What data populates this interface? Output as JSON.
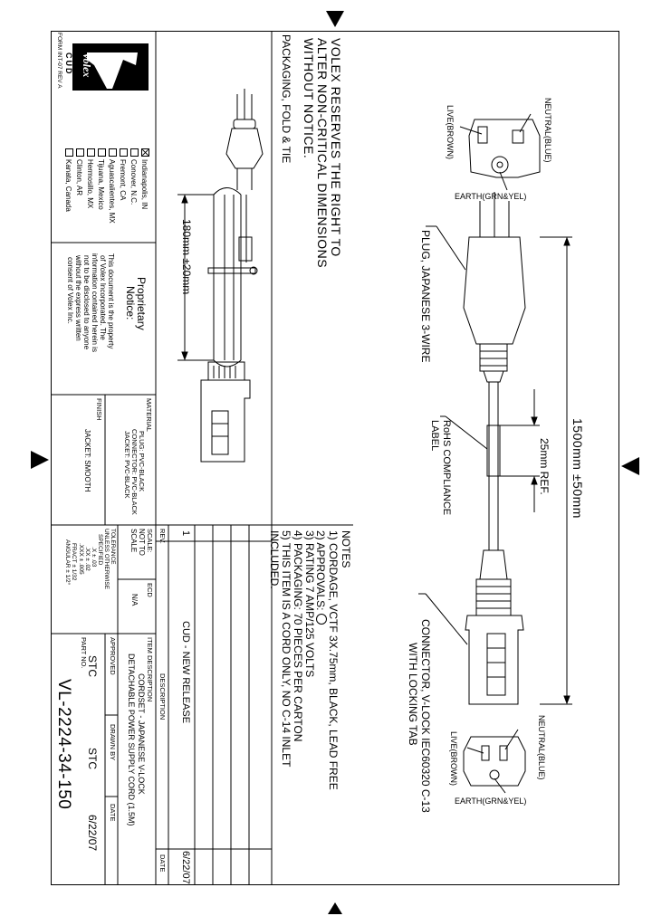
{
  "reserve_notice": [
    "VOLEX RESERVES THE RIGHT TO",
    "ALTER NON-CRITICAL DIMENSIONS",
    "WITHOUT NOTICE."
  ],
  "packaging_title": "PACKAGING, FOLD & TIE",
  "fold_dim": "180mm ±20mm",
  "plug_face": {
    "neutral": "NEUTRAL(BLUE)",
    "live": "LIVE(BROWN)",
    "earth": "EARTH(GRN&YEL)"
  },
  "connector_face": {
    "neutral": "NEUTRAL(BLUE)",
    "live": "LIVE(BROWN)",
    "earth": "EARTH(GRN&YEL)"
  },
  "plug_label": "PLUG, JAPANESE 3-WIRE",
  "rohs_label": [
    "RoHS COMPLIANCE",
    "LABEL"
  ],
  "ref_dim": "25mm REF.",
  "overall_dim": "1500mm ±50mm",
  "connector_label": [
    "CONNECTOR, V-LOCK IEC60320 C-13",
    "WITH LOCKING TAB"
  ],
  "notes": {
    "title": "NOTES",
    "items": [
      "1) CORDAGE, VCTF  3X.75mm, BLACK, LEAD FREE",
      "2) APPROVALS:",
      "3) RATING 7 AMP/125 VOLTS",
      "4) PACKAGING: 70 PIECES PER CARTON",
      "5) THIS ITEM IS A CORD ONLY, NO C-14 INLET",
      "    INCLUDED."
    ]
  },
  "revision": {
    "rev_header": "REV.",
    "desc_header": "DESCRIPTION",
    "date_header": "DATE",
    "rev": "1",
    "desc": "CUD - NEW RELEASE",
    "date": "6/22/07"
  },
  "material": {
    "title": "MATERIAL",
    "lines": [
      "PLUG: PVC-BLACK",
      "CONNECTOR: PVC-BLACK",
      "JACKET: PVC-BLACK"
    ],
    "finish_title": "FINISH",
    "finish": "JACKET: SMOOTH"
  },
  "title_block": {
    "scale_label": "SCALE:",
    "scale": [
      "NOT TO",
      "SCALE"
    ],
    "ecd_label": "ECD",
    "ecd": "N/A",
    "tolerance": [
      "TOLERANCE",
      "UNLESS OTHERWISE",
      "SPECIFIED",
      ".X ± .03",
      ".XX ± .02",
      ".XXX ± .005",
      "FRACT ± 1/32",
      "ANGULAR ± 1/2°"
    ],
    "item_desc_label": "ITEM DESCRIPTION",
    "item_desc": [
      "CORDSET - JAPANESE V-LOCK",
      "DETACHABLE POWER SUPPLY CORD (1.5M)"
    ],
    "approved_label": "APPROVED",
    "approved": "STC",
    "drawn_label": "DRAWN BY",
    "drawn": "STC",
    "date_label": "DATE",
    "date": "6/22/07",
    "part_label": "PART NO.",
    "part_no": "VL-2224-34-150"
  },
  "proprietary": {
    "title": [
      "Proprietary",
      "Notice:"
    ],
    "body": [
      "This document is the property",
      "of Volex Incorporated. The",
      "information contained herein is",
      "not to be disclosed to anyone",
      "without the express written",
      "consent of Volex Inc."
    ]
  },
  "locations": [
    {
      "name": "Indianapolis, IN",
      "checked": true
    },
    {
      "name": "Conover, N.C.",
      "checked": false
    },
    {
      "name": "Fremont, CA",
      "checked": false
    },
    {
      "name": "Aguascalientes, MX",
      "checked": false
    },
    {
      "name": "Tijuana, Mexico",
      "checked": false
    },
    {
      "name": "Hermosillo, MX",
      "checked": false
    },
    {
      "name": "Clinton, AR",
      "checked": false
    },
    {
      "name": "Kanata, Canada",
      "checked": false
    }
  ],
  "logo": {
    "brand": "Volex",
    "sub": "CUD"
  },
  "form_no": "FORM INT-07 REV A"
}
